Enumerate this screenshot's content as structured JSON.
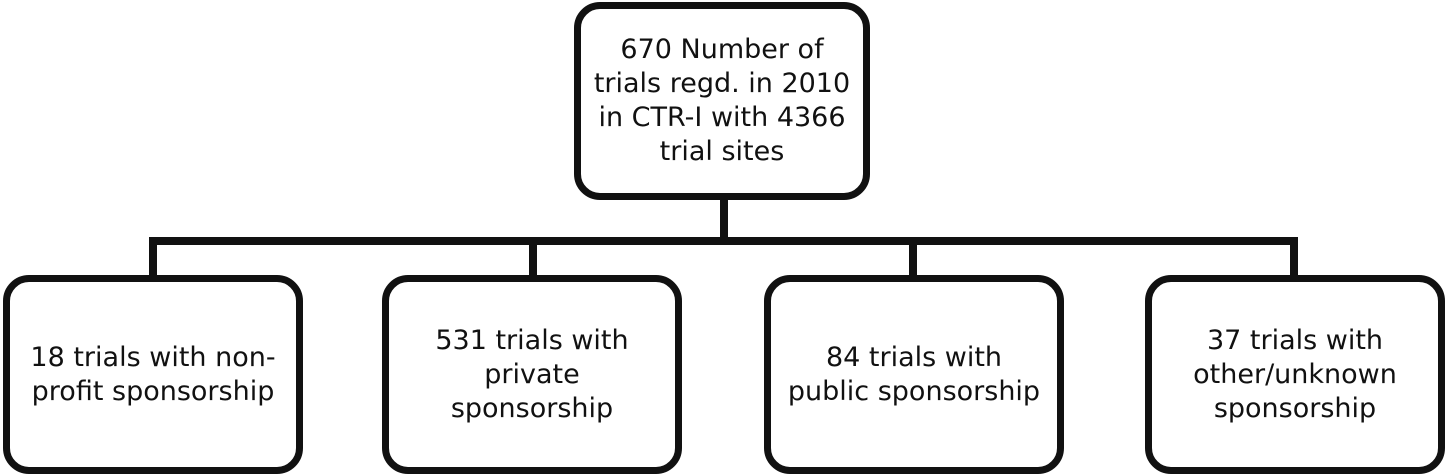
{
  "diagram": {
    "root": {
      "text": "670 Number of\ntrials regd. in 2010\nin CTR-I with 4366\ntrial sites"
    },
    "children": [
      {
        "text": "18 trials with non-\nprofit sponsorship"
      },
      {
        "text": "531 trials with\nprivate\nsponsorship"
      },
      {
        "text": "84 trials with\npublic sponsorship"
      },
      {
        "text": "37 trials with\nother/unknown\nsponsorship"
      }
    ],
    "colors": {
      "stroke": "#111111",
      "fill": "#ffffff",
      "text": "#111111"
    }
  }
}
